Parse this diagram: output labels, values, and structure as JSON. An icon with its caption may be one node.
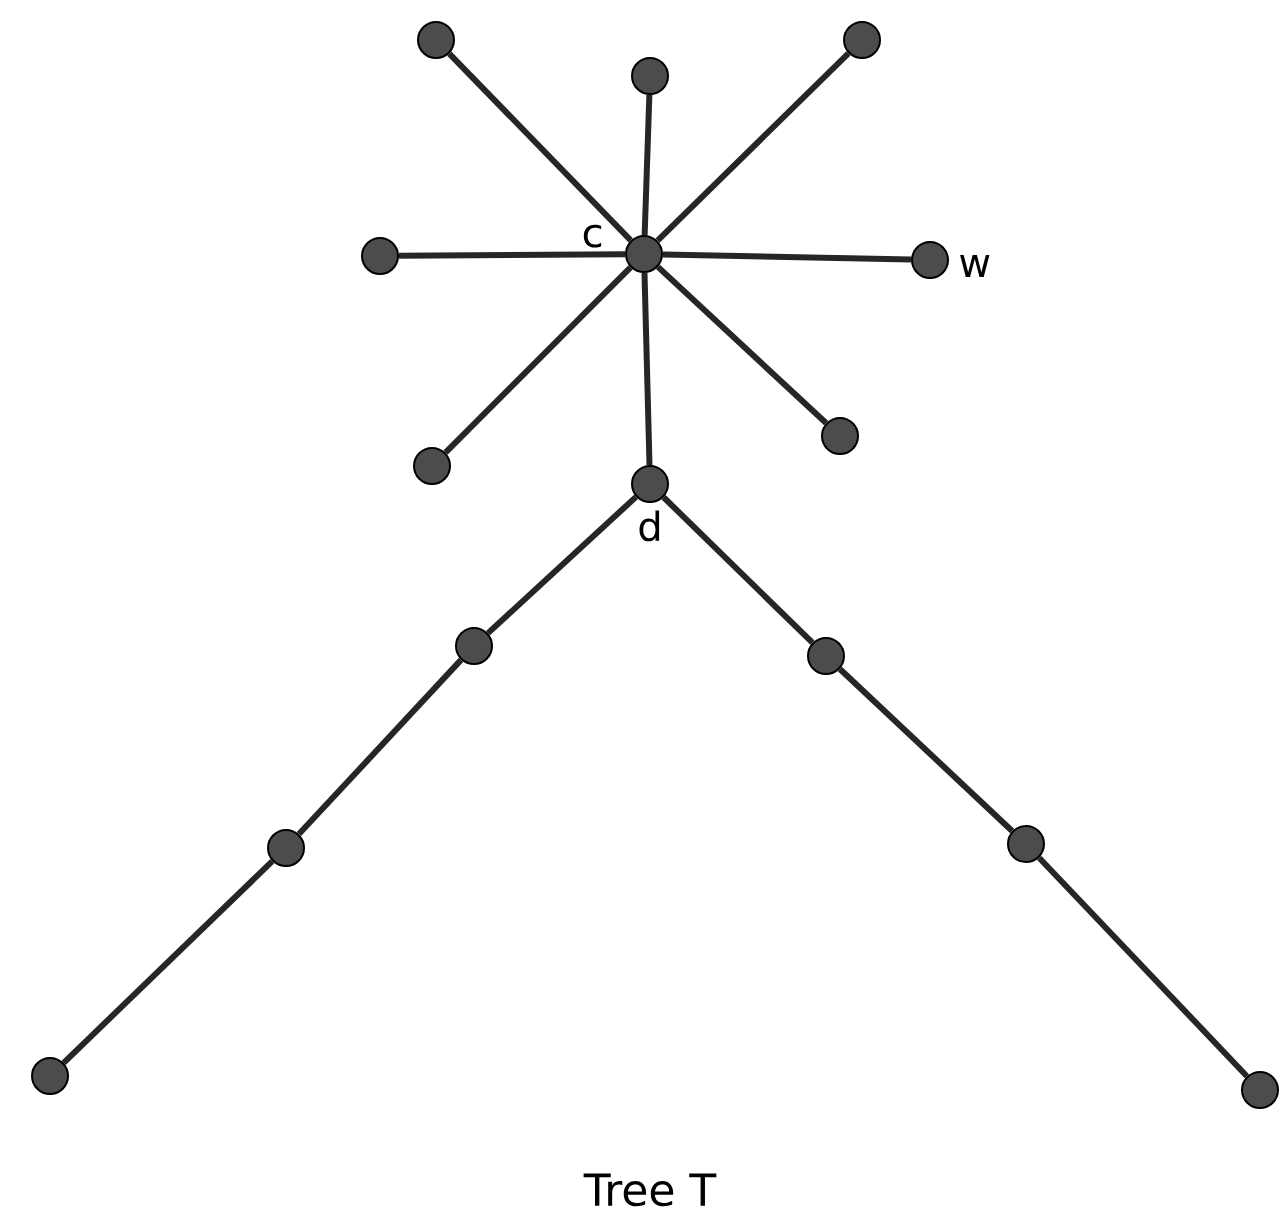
{
  "diagram": {
    "caption": "Tree T",
    "nodes": [
      {
        "text": [],
        "shape": "circle"
      },
      {
        "text": [],
        "shape": "circle"
      },
      {
        "text": [],
        "shape": "circle"
      },
      {
        "text": [],
        "shape": "circle"
      },
      {
        "text": [],
        "shape": "circle",
        "beside": [
          "c"
        ]
      },
      {
        "text": [],
        "shape": "circle",
        "beside": [
          "w"
        ]
      },
      {
        "text": [],
        "shape": "circle"
      },
      {
        "text": [],
        "shape": "circle"
      },
      {
        "text": [],
        "shape": "circle",
        "beside": [
          "d"
        ]
      },
      {
        "text": [],
        "shape": "circle"
      },
      {
        "text": [],
        "shape": "circle"
      },
      {
        "text": [],
        "shape": "circle"
      },
      {
        "text": [],
        "shape": "circle"
      },
      {
        "text": [],
        "shape": "circle"
      },
      {
        "text": [],
        "shape": "circle"
      }
    ],
    "edges": [
      {
        "from": 4,
        "to": 0,
        "arrow": "none"
      },
      {
        "from": 4,
        "to": 1,
        "arrow": "none"
      },
      {
        "from": 4,
        "to": 2,
        "arrow": "none"
      },
      {
        "from": 4,
        "to": 3,
        "arrow": "none"
      },
      {
        "from": 4,
        "to": 5,
        "arrow": "none"
      },
      {
        "from": 4,
        "to": 6,
        "arrow": "none"
      },
      {
        "from": 4,
        "to": 7,
        "arrow": "none"
      },
      {
        "from": 4,
        "to": 8,
        "arrow": "none"
      },
      {
        "from": 8,
        "to": 9,
        "arrow": "none"
      },
      {
        "from": 9,
        "to": 11,
        "arrow": "none"
      },
      {
        "from": 11,
        "to": 13,
        "arrow": "none"
      },
      {
        "from": 8,
        "to": 10,
        "arrow": "none"
      },
      {
        "from": 10,
        "to": 12,
        "arrow": "none"
      },
      {
        "from": 12,
        "to": 14,
        "arrow": "none"
      }
    ]
  }
}
